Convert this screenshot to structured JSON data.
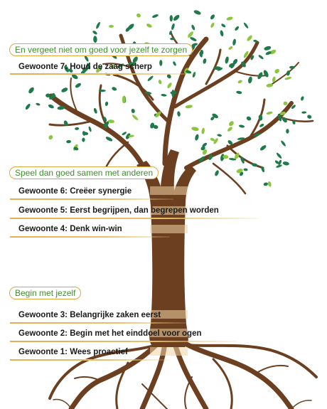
{
  "groups": [
    {
      "heading": "En vergeet niet om goed voor jezelf te zorgen",
      "habits": [
        "Gewoonte 7: Houd de zaag scherp"
      ]
    },
    {
      "heading": "Speel dan goed samen met anderen",
      "habits": [
        "Gewoonte 6: Creëer synergie",
        "Gewoonte 5: Eerst begrijpen, dan begrepen worden",
        "Gewoonte 4: Denk win-win"
      ]
    },
    {
      "heading": "Begin met jezelf",
      "habits": [
        "Gewoonte 3: Belangrijke zaken eerst",
        "Gewoonte 2: Begin met het einddoel voor ogen",
        "Gewoonte 1: Wees proactief"
      ]
    }
  ],
  "colors": {
    "trunk": "#6b3f1f",
    "leaf_dark": "#1f7a4a",
    "leaf_light": "#8cc63f",
    "pill_border": "#e0a83a",
    "heading_text": "#3f8f2e",
    "habit_text": "#1a1a1a"
  }
}
